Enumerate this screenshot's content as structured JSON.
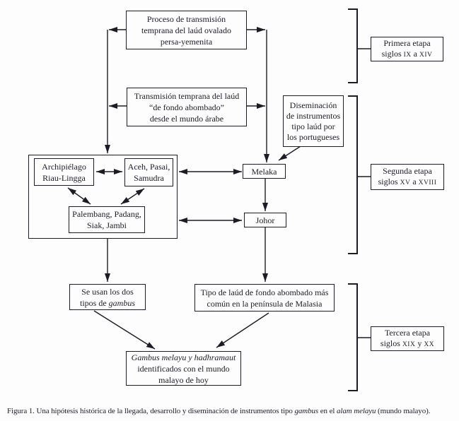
{
  "colors": {
    "ink": "#1c1c26",
    "background": "#fdfdfd"
  },
  "figure": {
    "nodes": {
      "proceso": {
        "lines": [
          "Proceso de transmisión",
          "temprana del laúd ovalado",
          "persa-yemenita"
        ]
      },
      "transmision": {
        "lines": [
          "Transmisión temprana del laúd",
          "“de fondo abombado”",
          "desde el mundo árabe"
        ]
      },
      "diseminacion": {
        "lines": [
          "Diseminación",
          "de instrumentos",
          "tipo laúd por",
          "los portugueses"
        ]
      },
      "archipielago": {
        "lines": [
          "Archipiélago",
          "Riau-Lingga"
        ]
      },
      "aceh": {
        "lines": [
          "Aceh, Pasai,",
          "Samudra"
        ]
      },
      "palembang": {
        "lines": [
          "Palembang, Padang,",
          "Siak, Jambi"
        ]
      },
      "melaka": {
        "label": "Melaka"
      },
      "johor": {
        "label": "Johor"
      },
      "se_usan": {
        "line1": "Se usan los dos",
        "line2_normal": "tipos de ",
        "line2_italic": "gambus"
      },
      "tipo_laud": {
        "lines": [
          "Tipo de laúd de fondo abombado más",
          "común en la península de Malasia"
        ]
      },
      "gambus_hoy": {
        "line1_italic": "Gambus melayu y hadhramaut",
        "line2": "identificados con el mundo",
        "line3": "malayo de hoy"
      }
    },
    "stages": [
      {
        "title": "Primera etapa",
        "pre": "siglos ",
        "n1": "IX",
        "mid": " a ",
        "n2": "XIV"
      },
      {
        "title": "Segunda etapa",
        "pre": "siglos ",
        "n1": "XV",
        "mid": " a ",
        "n2": "XVIII"
      },
      {
        "title": "Tercera etapa",
        "pre": "siglos ",
        "n1": "XIX",
        "mid": " y ",
        "n2": "XX"
      }
    ],
    "caption": {
      "part1": "Figura 1. Una hipótesis histórica de la llegada, desarrollo y diseminación de instrumentos tipo ",
      "italic1": "gambus",
      "part2": " en el ",
      "italic2": "alam melayu",
      "part3": " (mundo malayo)."
    }
  }
}
